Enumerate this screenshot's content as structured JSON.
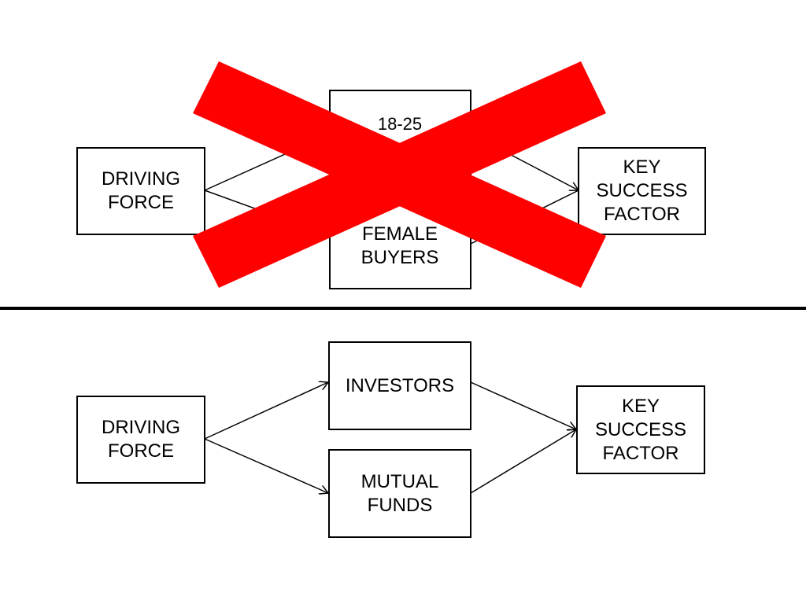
{
  "top_diagram": {
    "driving_force": "DRIVING\nFORCE",
    "middle_box_top_label": "18-25",
    "middle_box_bottom_label": "FEMALE\nBUYERS",
    "key_success_factor": "KEY\nSUCCESS\nFACTOR",
    "crossed_out": true,
    "cross_color": "#ff0000"
  },
  "bottom_diagram": {
    "driving_force": "DRIVING\nFORCE",
    "upper_middle": "INVESTORS",
    "lower_middle": "MUTUAL\nFUNDS",
    "key_success_factor": "KEY\nSUCCESS\nFACTOR"
  }
}
